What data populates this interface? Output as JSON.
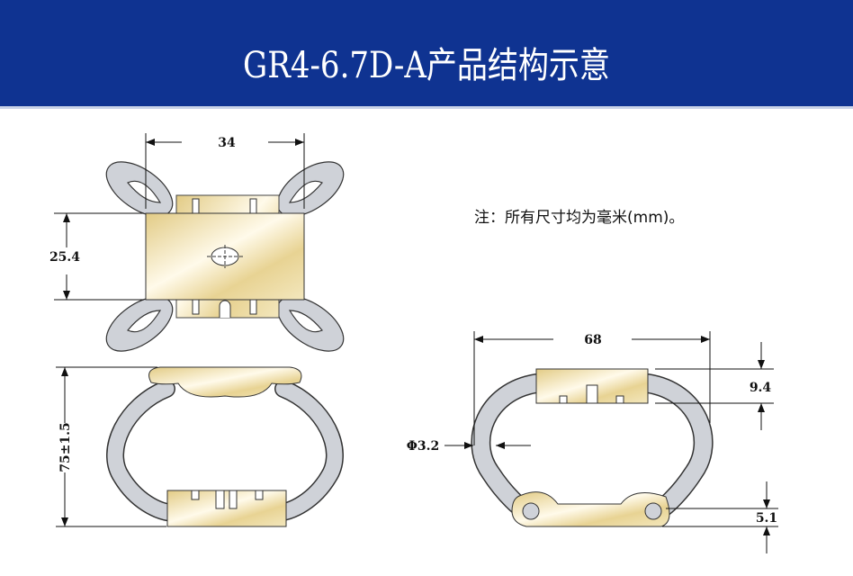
{
  "header": {
    "title": "GR4-6.7D-A产品结构示意",
    "background": "#0f3391"
  },
  "note": "注：所有尺寸均为毫米(mm)。",
  "dimensions": {
    "top_width": "34",
    "top_height": "25.4",
    "side_height": "75±1.5",
    "front_width": "68",
    "plate_thickness": "9.4",
    "wire_diameter": "Φ3.2",
    "bottom_plate": "5.1"
  },
  "colors": {
    "plate": "#e6d28f",
    "wire": "#d0d3d9",
    "outline": "#222222"
  }
}
